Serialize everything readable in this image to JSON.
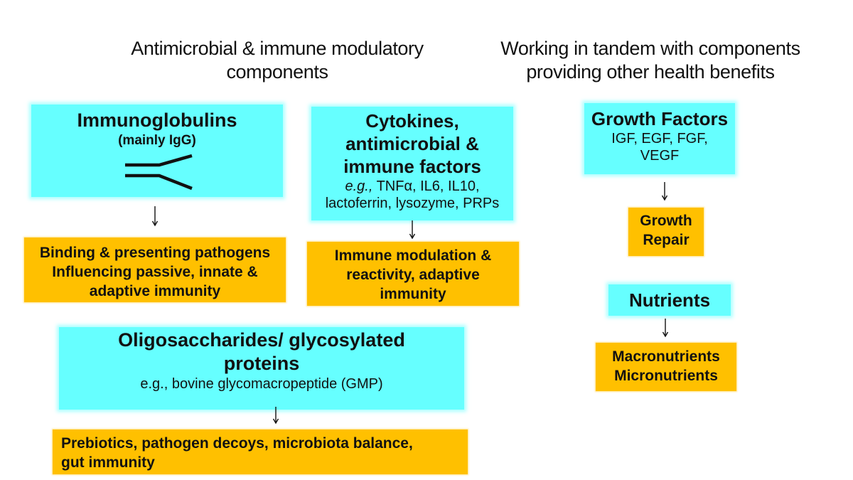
{
  "headings": {
    "left": [
      "Antimicrobial & immune modulatory",
      "components"
    ],
    "right": [
      "Working in tandem with components",
      "providing other health benefits"
    ]
  },
  "immunoglobulins": {
    "title": "Immunoglobulins",
    "subtitle": "(mainly IgG)",
    "effect": [
      "Binding & presenting pathogens",
      "Influencing passive, innate &",
      "adaptive immunity"
    ]
  },
  "cytokines": {
    "title": [
      "Cytokines,",
      "antimicrobial &",
      "immune factors"
    ],
    "examples_prefix": "e.g.,",
    "examples": [
      " TNFα, IL6, IL10,",
      "lactoferrin, lysozyme, PRPs"
    ],
    "effect": [
      "Immune modulation &",
      "reactivity, adaptive",
      "immunity"
    ]
  },
  "oligosaccharides": {
    "title": [
      "Oligosaccharides/ glycosylated",
      "proteins"
    ],
    "examples": "e.g., bovine glycomacropeptide (GMP)",
    "effect": [
      "Prebiotics, pathogen decoys, microbiota balance,",
      "gut immunity"
    ]
  },
  "growth_factors": {
    "title": "Growth Factors",
    "examples": [
      "IGF, EGF, FGF,",
      "VEGF"
    ],
    "effect": [
      "Growth",
      "Repair"
    ]
  },
  "nutrients": {
    "title": "Nutrients",
    "effect": [
      "Macronutrients",
      "Micronutrients"
    ]
  },
  "colors": {
    "component_box": "#66ffff",
    "effect_box": "#ffc000",
    "arrow": "#111111"
  }
}
